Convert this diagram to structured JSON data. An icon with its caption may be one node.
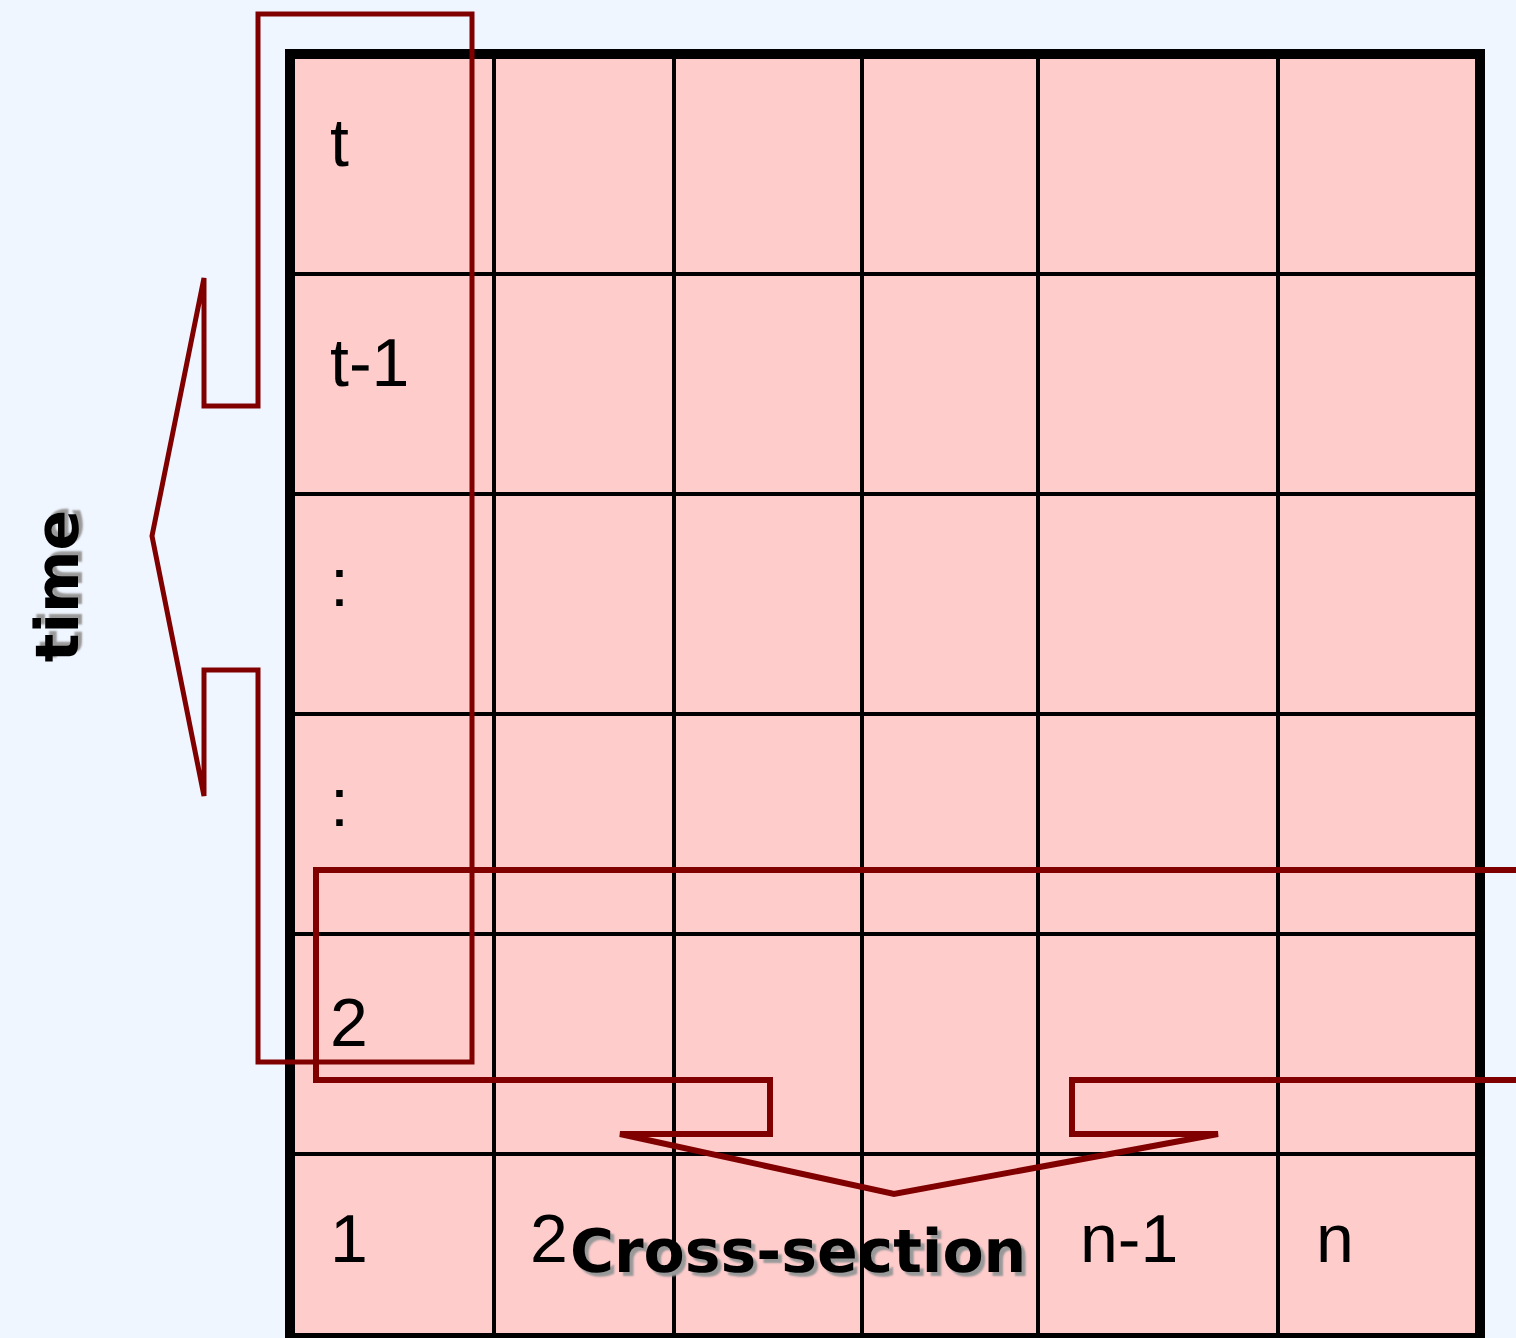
{
  "diagram": {
    "labels": [
      "t",
      "t-1",
      ":",
      ":",
      "2",
      "1",
      "2",
      "n-1",
      "n",
      "time",
      "Cross-section"
    ]
  }
}
